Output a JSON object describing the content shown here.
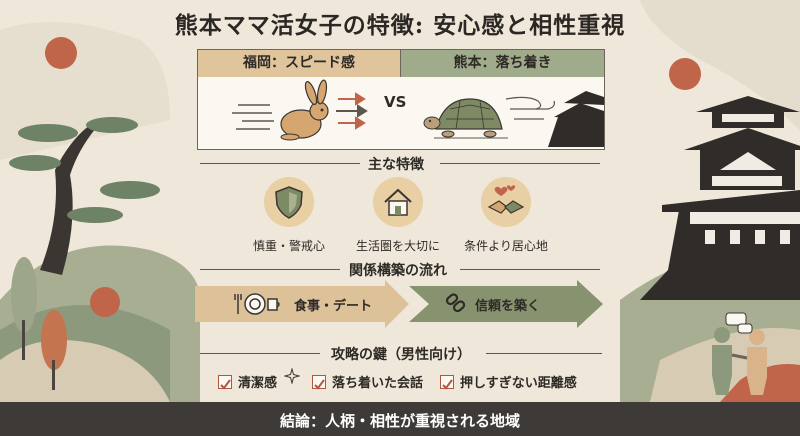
{
  "title": "熊本ママ活女子の特徴: 安心感と相性重視",
  "comparison": {
    "left_header": "福岡：スピード感",
    "right_header": "熊本：落ち着き",
    "vs_label": "VS",
    "left_icon": "rabbit-icon",
    "right_icon": "turtle-icon"
  },
  "features": {
    "heading": "主な特徴",
    "items": [
      {
        "label": "慎重・警戒心",
        "icon": "shield-icon"
      },
      {
        "label": "生活圏を大切に",
        "icon": "house-icon"
      },
      {
        "label": "条件より居心地",
        "icon": "handshake-heart-icon"
      }
    ]
  },
  "flow": {
    "heading": "関係構築の流れ",
    "steps": [
      {
        "label": "食事・デート",
        "icon": "meal-icon"
      },
      {
        "label": "信頼を築く",
        "icon": "chain-link-icon"
      }
    ]
  },
  "tips": {
    "heading": "攻略の鍵（男性向け）",
    "items": [
      {
        "label": "清潔感"
      },
      {
        "label": "落ち着いた会話"
      },
      {
        "label": "押しすぎない距離感"
      }
    ]
  },
  "footer": "結論：人柄・相性が重視される地域",
  "colors": {
    "tan": "#dfc49c",
    "sage": "#9fab8b",
    "rust": "#b2573f",
    "dark": "#3d3a37",
    "cream": "#eee7da"
  }
}
